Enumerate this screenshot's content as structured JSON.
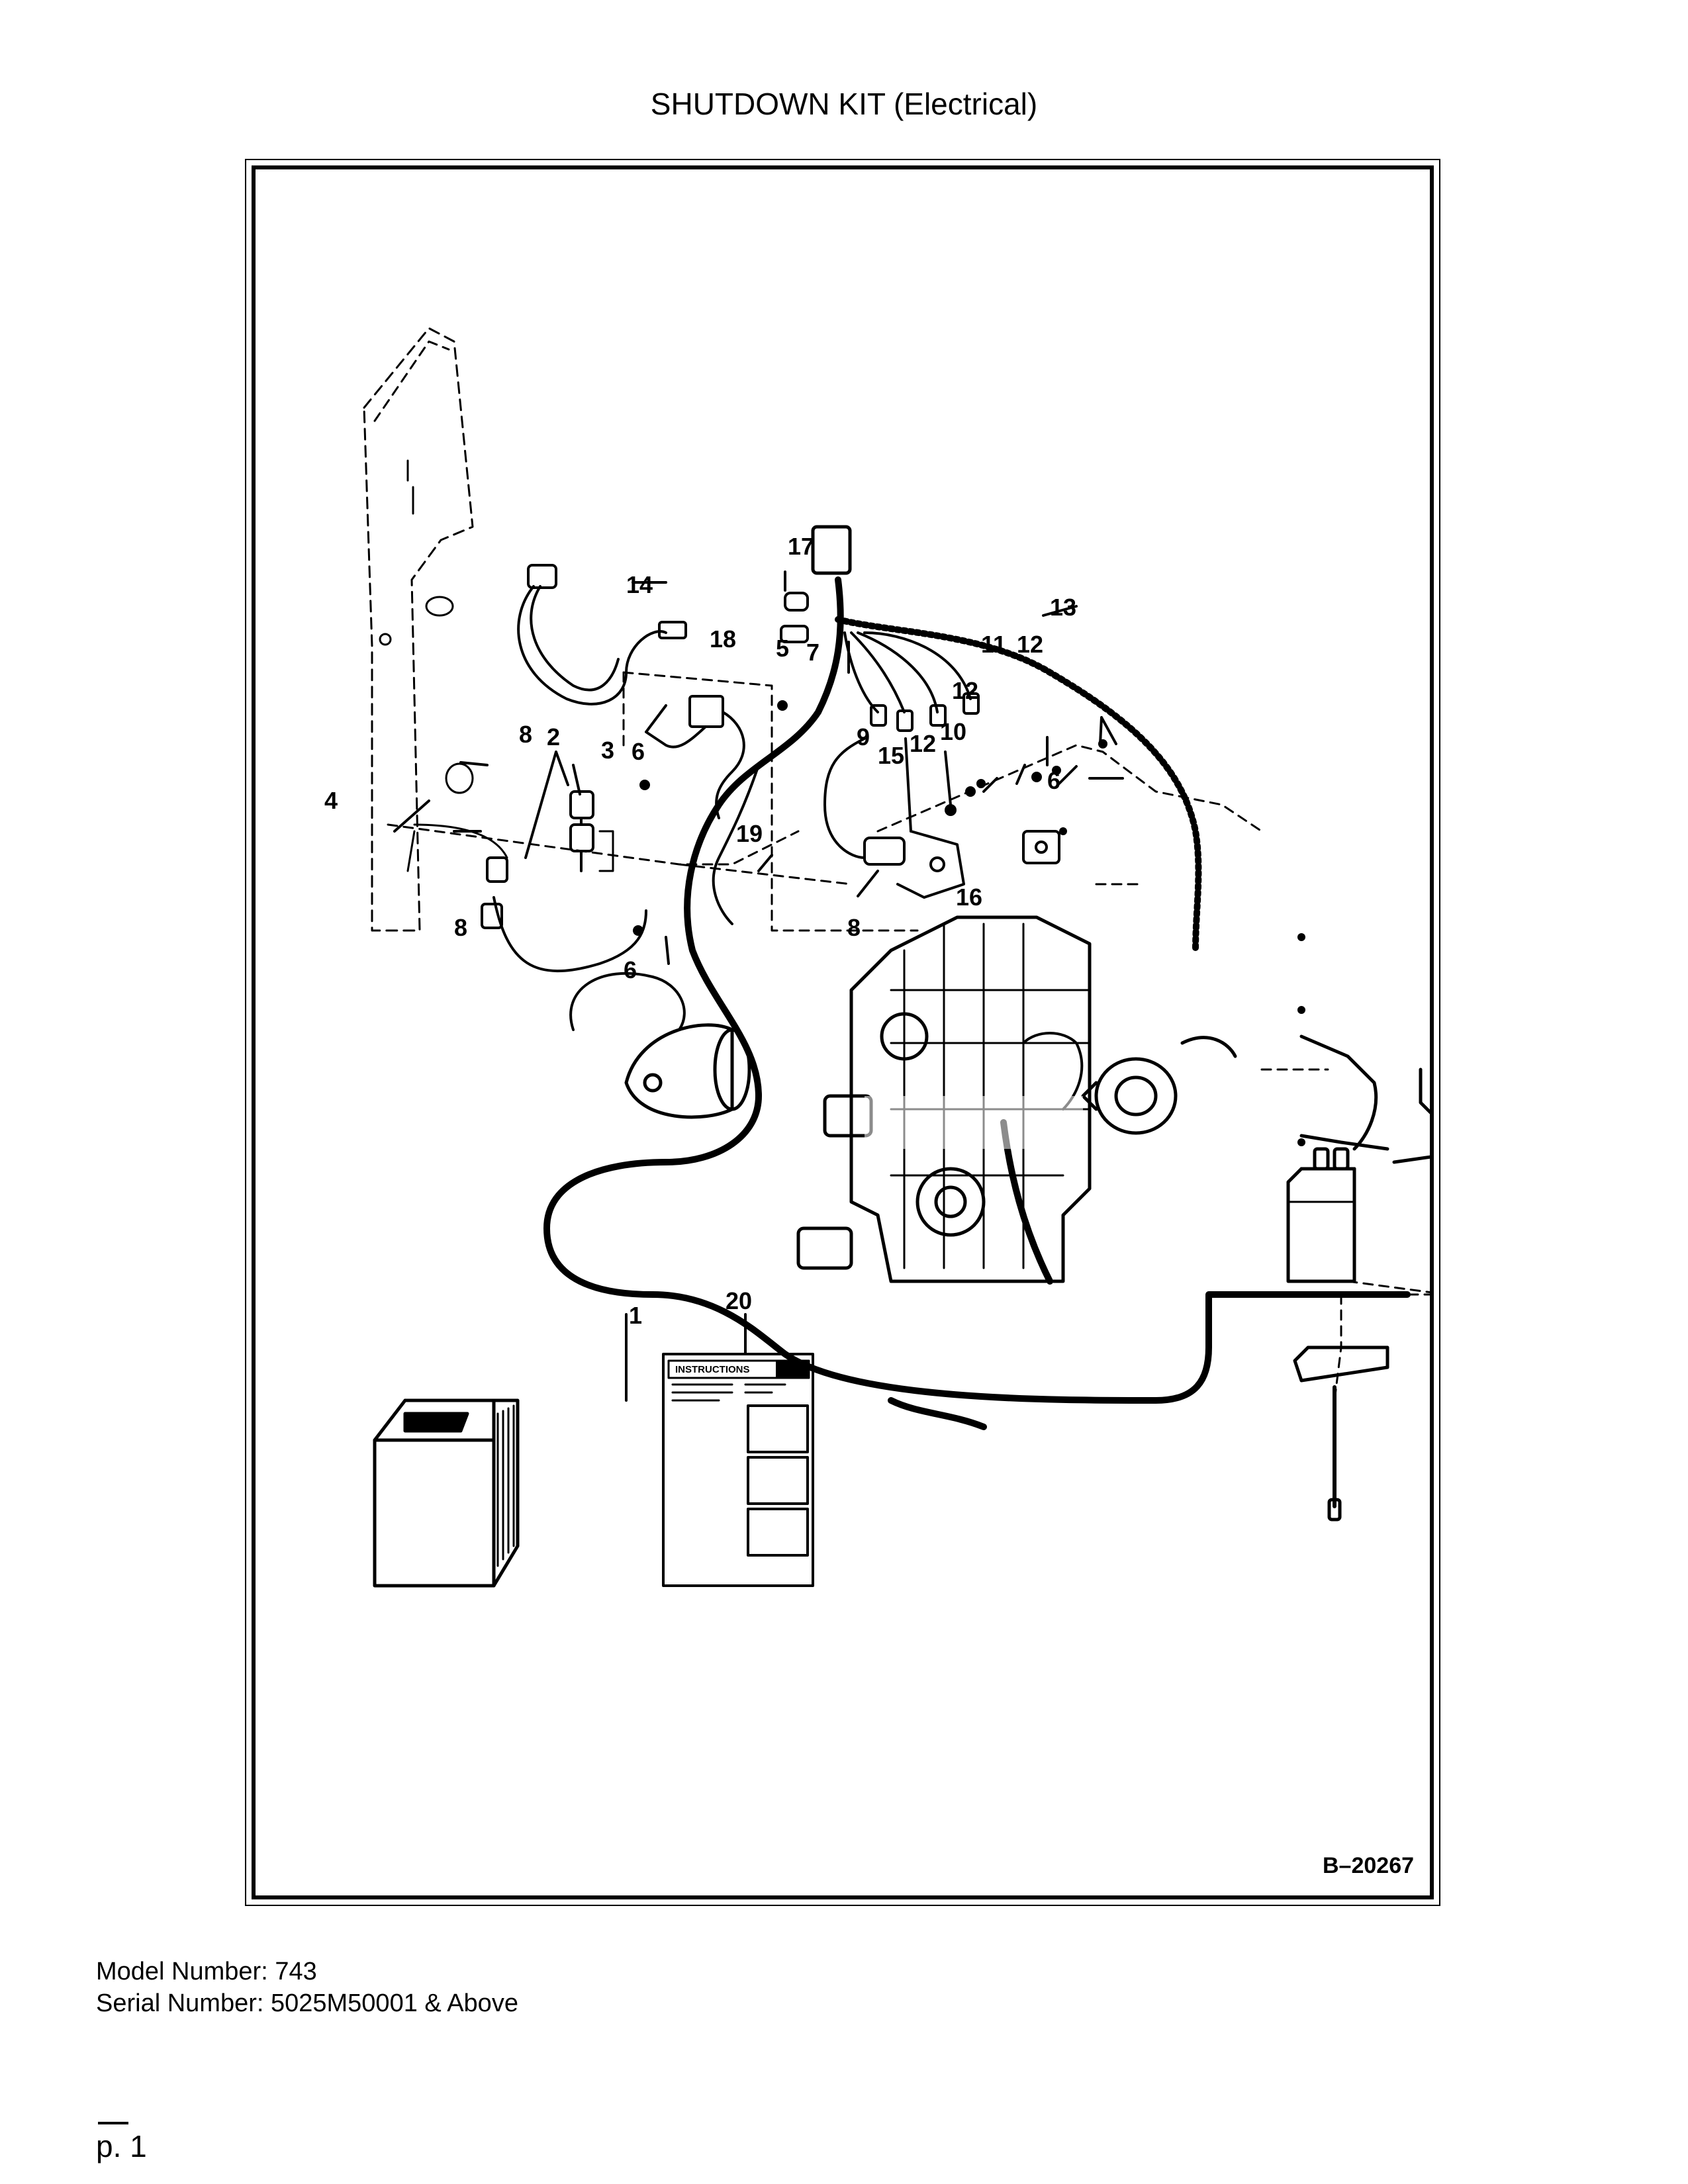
{
  "page": {
    "title": "SHUTDOWN KIT (Electrical)",
    "figure_ref": "B–20267",
    "model_label": "Model Number: 743",
    "serial_label": "Serial Number: 5025M50001 & Above",
    "page_number": "p. 1"
  },
  "callouts": [
    "1",
    "2",
    "3",
    "4",
    "5",
    "6",
    "6",
    "6",
    "7",
    "8",
    "8",
    "8",
    "9",
    "10",
    "11",
    "12",
    "12",
    "12",
    "13",
    "14",
    "15",
    "16",
    "17",
    "18",
    "19",
    "20"
  ],
  "instruction_sheet": {
    "heading": "INSTRUCTIONS"
  }
}
